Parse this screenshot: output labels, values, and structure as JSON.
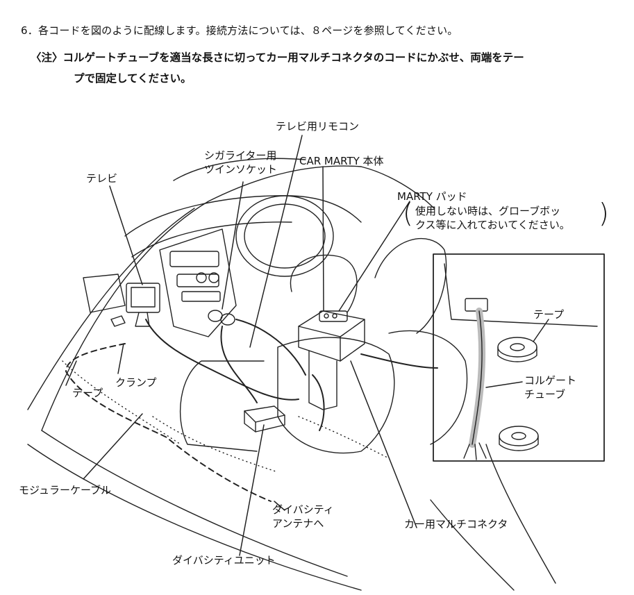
{
  "instructions": {
    "step": "6．各コードを図のように配線します。接続方法については、８ページを参照してください。",
    "note_prefix": "〈注〉",
    "note_line1": "コルゲートチューブを適当な長さに切ってカー用マルチコネクタのコードにかぶせ、両端をテー",
    "note_line2": "プで固定してください。"
  },
  "labels": {
    "tv_remote": "テレビ用リモコン",
    "cigar_socket_line1": "シガライター用",
    "cigar_socket_line2": "ツインソケット",
    "car_marty": "CAR MARTY 本体",
    "tv": "テレビ",
    "marty_pad": "MARTY パッド",
    "marty_pad_note_line1": "使用しない時は、グローブボッ",
    "marty_pad_note_line2": "クス等に入れておいてください。",
    "tape_right": "テープ",
    "corrugate_line1": "コルゲート",
    "corrugate_line2": "チューブ",
    "tape_left": "テープ",
    "clamp": "クランプ",
    "modular_cable": "モジュラーケーブル",
    "diversity_antenna_line1": "ダイバシティ",
    "diversity_antenna_line2": "アンテナへ",
    "multi_connector": "カー用マルチコネクタ",
    "diversity_unit": "ダイバシティユニット"
  }
}
